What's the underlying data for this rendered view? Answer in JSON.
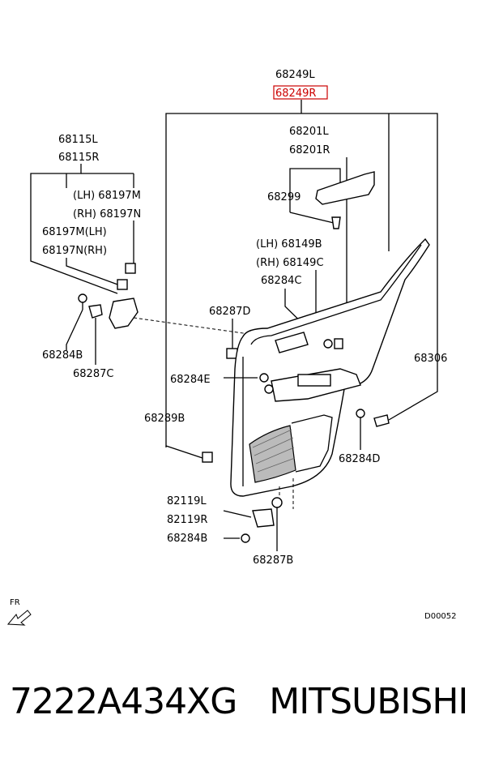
{
  "labels": {
    "l68249L": "68249L",
    "l68249R": "68249R",
    "l68201L": "68201L",
    "l68201R": "68201R",
    "l68299": "68299",
    "l68115L": "68115L",
    "l68115R": "68115R",
    "l68197M_lh": "(LH) 68197M",
    "l68197N_rh": "(RH) 68197N",
    "l68197M_lh2": "68197M(LH)",
    "l68197N_rh2": "68197N(RH)",
    "l68149B": "(LH) 68149B",
    "l68149C": "(RH) 68149C",
    "l68284C": "68284C",
    "l68287D": "68287D",
    "l68284B_left": "68284B",
    "l68287C": "68287C",
    "l68306": "68306",
    "l68284E": "68284E",
    "l68289B": "68289B",
    "l68284D": "68284D",
    "l82119L": "82119L",
    "l82119R": "82119R",
    "l68284B_bottom": "68284B",
    "l68287B": "68287B",
    "fr": "FR",
    "diagram_code": "D00052"
  },
  "highlight_color": "#cc0000",
  "footer": {
    "part_number": "7222A434XG",
    "brand": "MITSUBISHI"
  }
}
